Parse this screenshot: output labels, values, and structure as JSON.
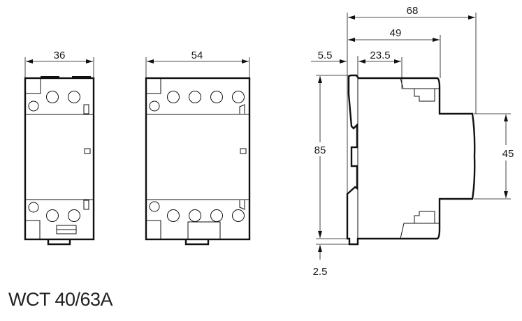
{
  "title": "WCT 40/63A",
  "views": {
    "front_2pole": {
      "width_label": "36"
    },
    "front_4pole": {
      "width_label": "54"
    },
    "side": {
      "depth_total_label": "68",
      "depth_49_label": "49",
      "offset_5_5_label": "5.5",
      "depth_23_5_label": "23.5",
      "height_label": "85",
      "front_height_label": "45",
      "bottom_offset_label": "2.5"
    }
  }
}
